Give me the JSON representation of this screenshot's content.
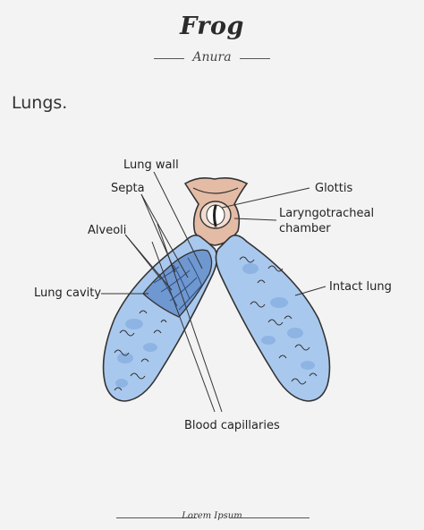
{
  "header": {
    "title": "Frog",
    "subtitle": "Anura"
  },
  "section": {
    "heading": "Lungs."
  },
  "labels": {
    "lung_wall": "Lung wall",
    "septa": "Septa",
    "alveoli": "Alveoli",
    "lung_cavity": "Lung cavity",
    "glottis": "Glottis",
    "laryngotracheal_chamber": "Laryngotracheal\nchamber",
    "intact_lung": "Intact lung",
    "blood_capillaries": "Blood capillaries"
  },
  "footer": {
    "text": "Lorem Ipsum"
  },
  "colors": {
    "background": "#f3f3f3",
    "lung_fill": "#a9c8ee",
    "lung_spot": "#8db4e3",
    "lung_cavity": "#6f97d0",
    "glottis_fill": "#e4bba5",
    "outline": "#333333"
  }
}
